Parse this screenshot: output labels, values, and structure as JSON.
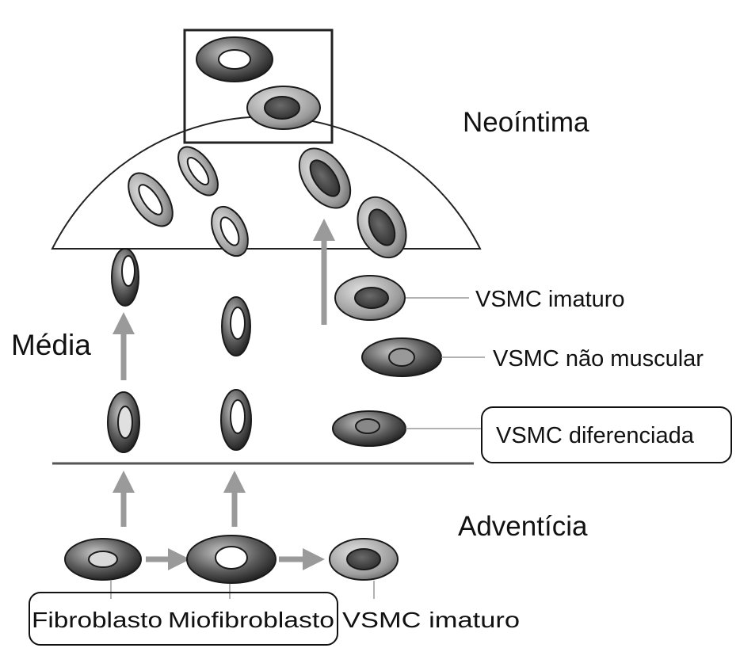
{
  "regions": {
    "neointima": "Neoíntima",
    "media": "Média",
    "adventicia": "Adventícia"
  },
  "cell_types": {
    "vsmc_imaturo": "VSMC imaturo",
    "vsmc_nao_muscular": "VSMC não muscular",
    "vsmc_diferenciada": "VSMC diferenciada"
  },
  "bottom_labels": {
    "fibroblasto": "Fibroblasto",
    "miofibroblasto": "Miofibroblasto",
    "vsmc_imaturo": "VSMC imaturo"
  },
  "colors": {
    "line": "#222222",
    "arrow": "#9a9a9a",
    "cell_dark": "#1f1f1f",
    "cell_mid": "#8a8a8a",
    "cell_light": "#d6d6d6"
  }
}
